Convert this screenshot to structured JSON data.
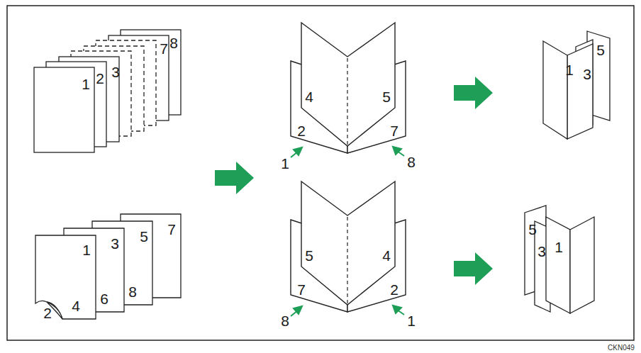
{
  "diagram": {
    "labels": [
      "1",
      "2",
      "3",
      "7",
      "8",
      "4",
      "5",
      "2",
      "7",
      "1",
      "8",
      "5",
      "1",
      "3",
      "1",
      "3",
      "5",
      "7",
      "2",
      "4",
      "6",
      "8",
      "5",
      "4",
      "7",
      "2",
      "8",
      "1",
      "5",
      "3",
      "1",
      "CKN049"
    ]
  }
}
